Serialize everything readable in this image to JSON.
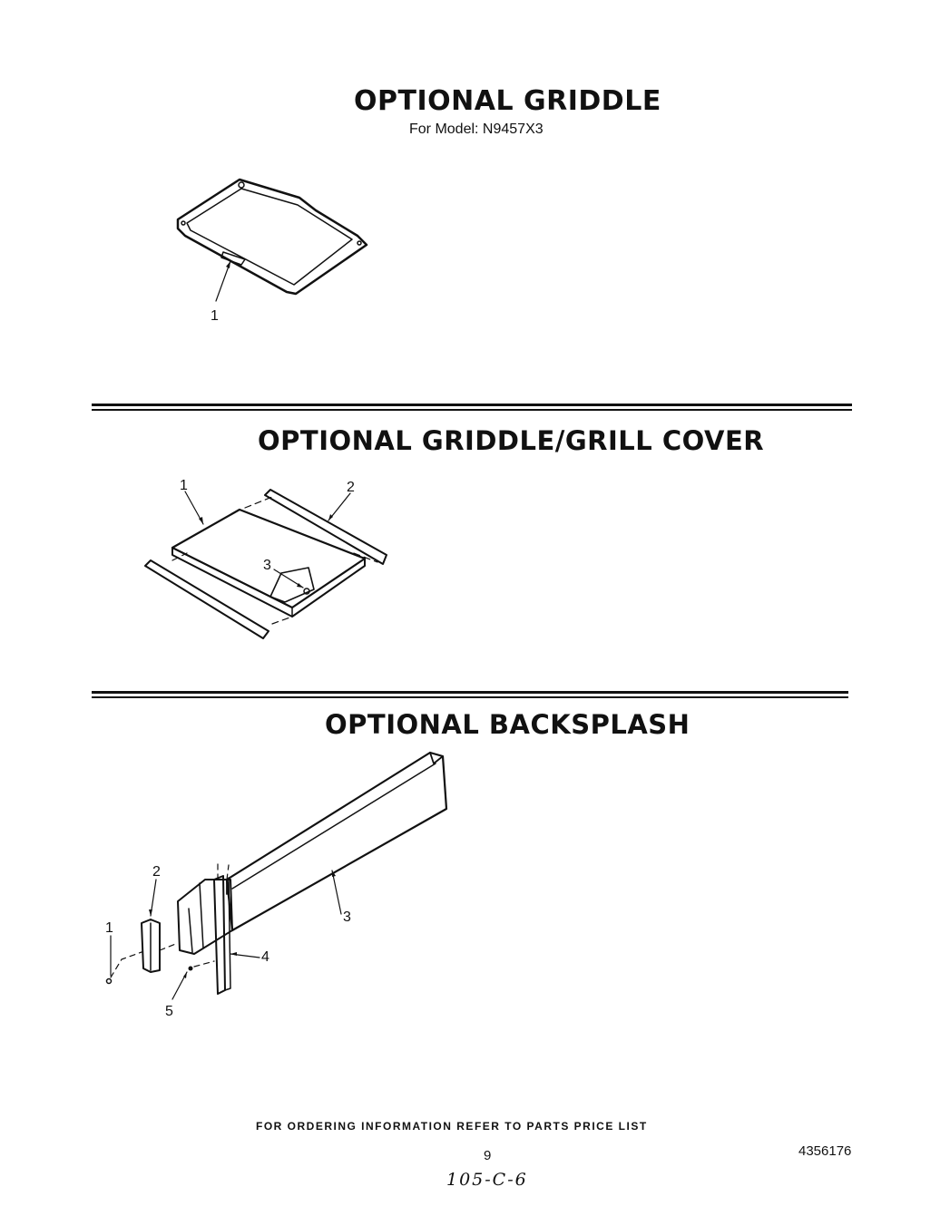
{
  "sections": [
    {
      "title": "OPTIONAL GRIDDLE",
      "subtitle": "For Model: N9457X3",
      "callouts": [
        "1"
      ]
    },
    {
      "title": "OPTIONAL GRIDDLE/GRILL COVER",
      "callouts": [
        "1",
        "2",
        "3"
      ]
    },
    {
      "title": "OPTIONAL BACKSPLASH",
      "callouts": [
        "1",
        "2",
        "3",
        "4",
        "5"
      ]
    }
  ],
  "footer": {
    "ordering_note": "FOR ORDERING INFORMATION REFER TO PARTS PRICE LIST",
    "page_number": "9",
    "document_number": "4356176",
    "handwritten_code": "105-C-6"
  }
}
